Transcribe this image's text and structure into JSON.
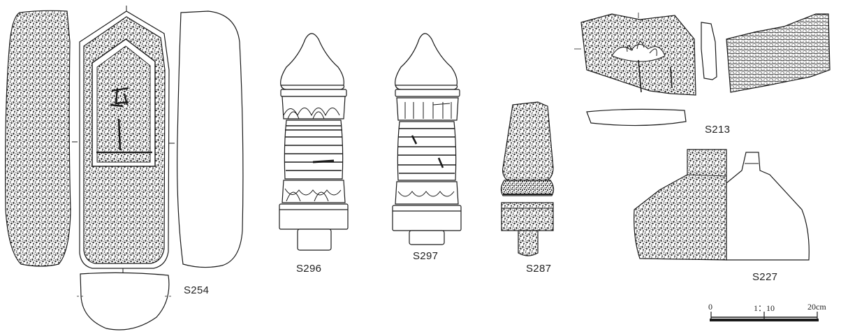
{
  "artifacts": [
    {
      "id": "s254",
      "label": "S254"
    },
    {
      "id": "s296",
      "label": "S296"
    },
    {
      "id": "s297",
      "label": "S297"
    },
    {
      "id": "s287",
      "label": "S287"
    },
    {
      "id": "s213",
      "label": "S213"
    },
    {
      "id": "s227",
      "label": "S227"
    }
  ],
  "scale_bar": {
    "start": "0",
    "ratio": "1：10",
    "end": "20cm"
  },
  "colors": {
    "line": "#1a1a1a",
    "stipple": "#222222",
    "background": "#ffffff"
  }
}
